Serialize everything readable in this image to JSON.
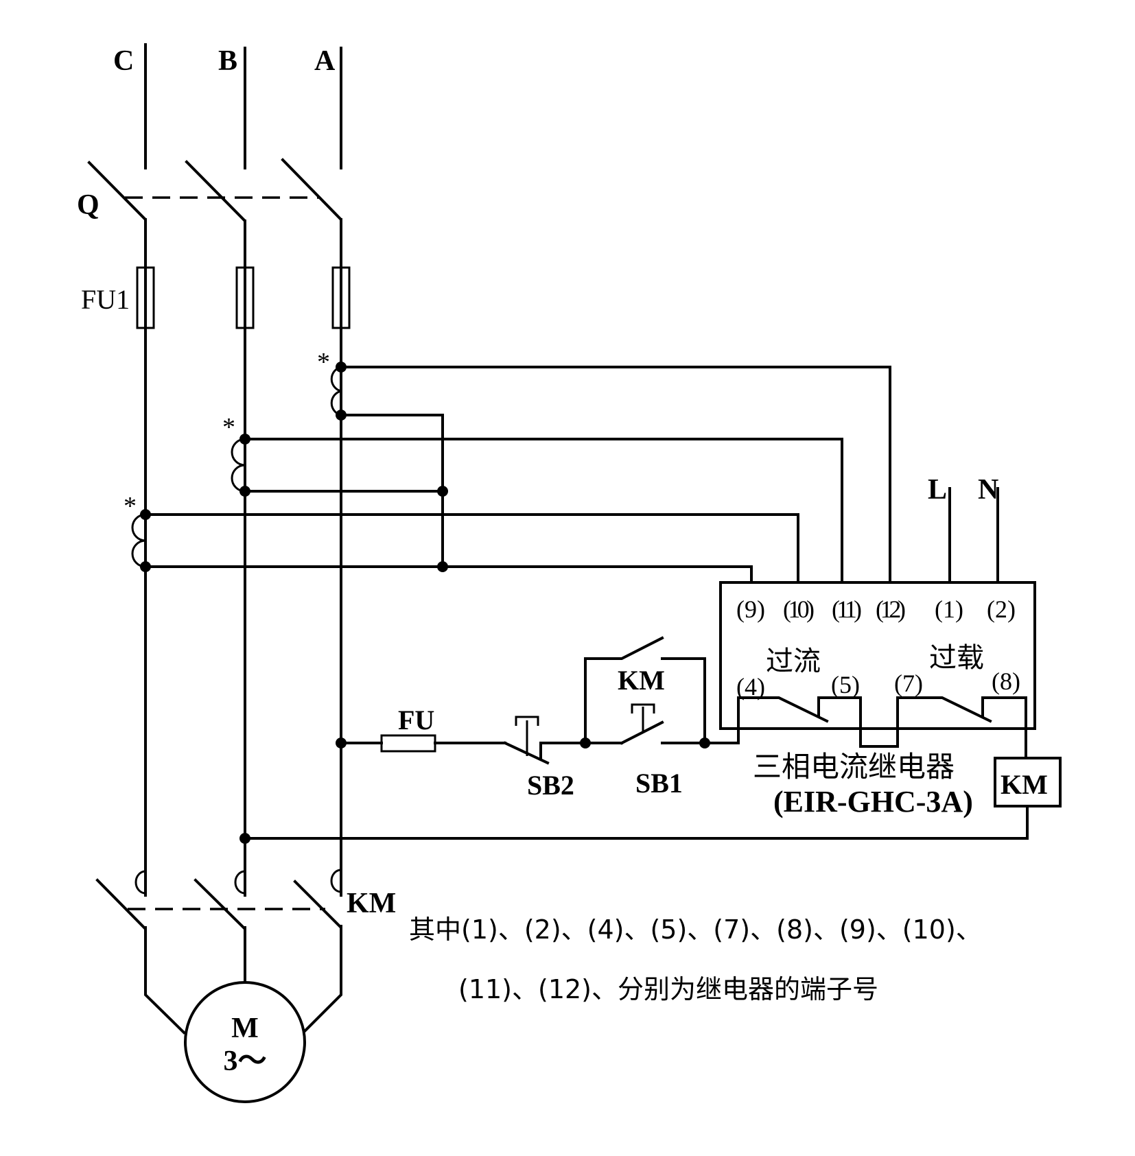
{
  "diagram": {
    "phases": {
      "c": "C",
      "b": "B",
      "a": "A"
    },
    "switch_label": "Q",
    "main_fuse_label": "FU1",
    "ct_marker": "*",
    "supply": {
      "l": "L",
      "n": "N"
    },
    "relay": {
      "terminals": {
        "t9": "(9)",
        "t10": "(10)",
        "t11": "(11)",
        "t12": "(12)",
        "t1": "(1)",
        "t2": "(2)",
        "t4": "(4)",
        "t5": "(5)",
        "t7": "(7)",
        "t8": "(8)"
      },
      "overcurrent_label": "过流",
      "overload_label": "过载",
      "name": "三相电流继电器",
      "model": "(EIR-GHC-3A)"
    },
    "control": {
      "fuse_label": "FU",
      "stop_button_label": "SB2",
      "start_button_label": "SB1",
      "aux_contact_label": "KM",
      "coil_label": "KM"
    },
    "contactor_label": "KM",
    "motor": {
      "line1": "M",
      "line2": "3～"
    },
    "note": {
      "line1": "其中(1)、(2)、(4)、(5)、(7)、(8)、(9)、(10)、",
      "line2": "(11)、(12)、分别为继电器的端子号"
    }
  }
}
